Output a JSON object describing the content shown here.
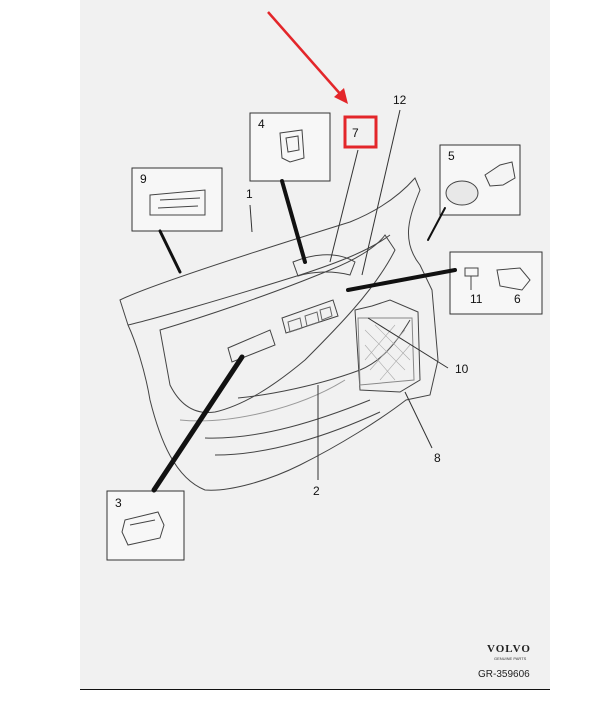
{
  "diagram": {
    "callouts": {
      "c1": "1",
      "c2": "2",
      "c3": "3",
      "c4": "4",
      "c5": "5",
      "c6": "6",
      "c7": "7",
      "c8": "8",
      "c9": "9",
      "c10": "10",
      "c11": "11",
      "c12": "12"
    },
    "highlight_color": "#e3262a",
    "arrow_color": "#e3262a",
    "brand": {
      "word": "VOLVO",
      "sub": "GENUINE PARTS"
    },
    "reference": "GR-359606"
  }
}
